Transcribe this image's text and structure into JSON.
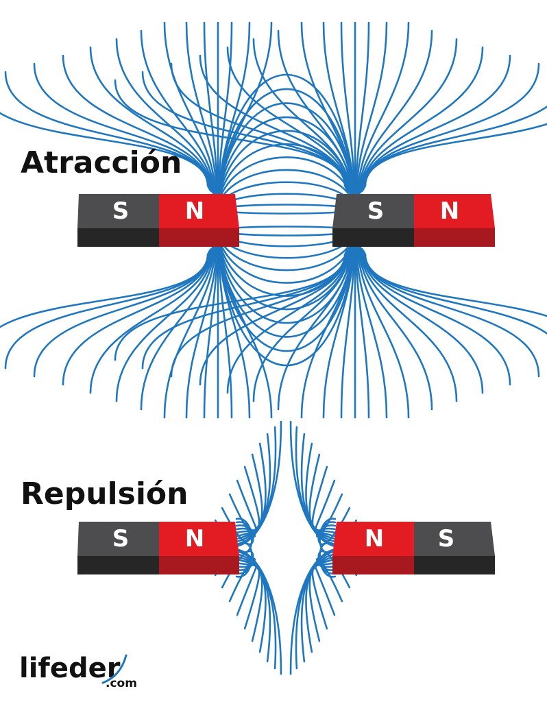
{
  "colors": {
    "field_line": "#1f77c0",
    "south_top": "#4d4d4f",
    "south_bottom": "#262627",
    "north_top": "#e31c24",
    "north_bottom": "#a8191f",
    "text": "#111111"
  },
  "attraction": {
    "title": "Atracción",
    "left_magnet": {
      "left_pole": "S",
      "right_pole": "N"
    },
    "right_magnet": {
      "left_pole": "S",
      "right_pole": "N"
    }
  },
  "repulsion": {
    "title": "Repulsión",
    "left_magnet": {
      "left_pole": "S",
      "right_pole": "N"
    },
    "right_magnet": {
      "left_pole": "N",
      "right_pole": "S"
    }
  },
  "logo": {
    "name": "lifeder",
    "suffix": ".com"
  }
}
